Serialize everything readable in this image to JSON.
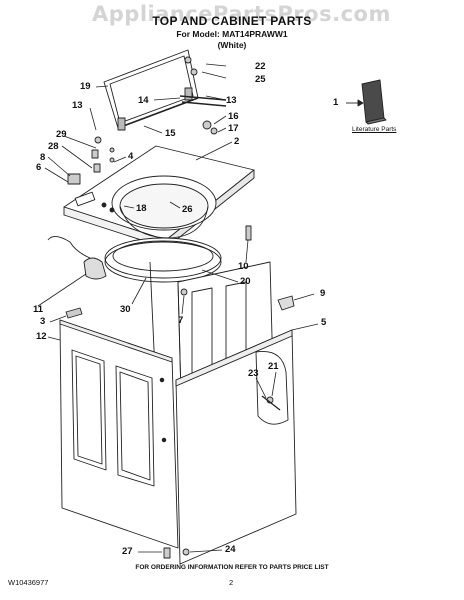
{
  "header": {
    "watermark": "AppliancePartsPros.com",
    "title": "TOP AND CABINET PARTS",
    "model_line": "For Model: MAT14PRAWW1",
    "color_line": "(White)"
  },
  "literature_label": "Literature Parts",
  "callouts": [
    {
      "id": "c22",
      "label": "22"
    },
    {
      "id": "c25",
      "label": "25"
    },
    {
      "id": "c19",
      "label": "19"
    },
    {
      "id": "c13a",
      "label": "13"
    },
    {
      "id": "c14",
      "label": "14"
    },
    {
      "id": "c13b",
      "label": "13"
    },
    {
      "id": "c1",
      "label": "1"
    },
    {
      "id": "c16",
      "label": "16"
    },
    {
      "id": "c17",
      "label": "17"
    },
    {
      "id": "c15",
      "label": "15"
    },
    {
      "id": "c29",
      "label": "29"
    },
    {
      "id": "c2",
      "label": "2"
    },
    {
      "id": "c28",
      "label": "28"
    },
    {
      "id": "c8",
      "label": "8"
    },
    {
      "id": "c4",
      "label": "4"
    },
    {
      "id": "c6",
      "label": "6"
    },
    {
      "id": "c18",
      "label": "18"
    },
    {
      "id": "c26",
      "label": "26"
    },
    {
      "id": "c10",
      "label": "10"
    },
    {
      "id": "c20",
      "label": "20"
    },
    {
      "id": "c9",
      "label": "9"
    },
    {
      "id": "c11",
      "label": "11"
    },
    {
      "id": "c30",
      "label": "30"
    },
    {
      "id": "c7",
      "label": "7"
    },
    {
      "id": "c3",
      "label": "3"
    },
    {
      "id": "c5",
      "label": "5"
    },
    {
      "id": "c12",
      "label": "12"
    },
    {
      "id": "c21",
      "label": "21"
    },
    {
      "id": "c23",
      "label": "23"
    },
    {
      "id": "c27",
      "label": "27"
    },
    {
      "id": "c24",
      "label": "24"
    }
  ],
  "footer": {
    "note": "FOR ORDERING INFORMATION REFER TO PARTS PRICE LIST",
    "doc_number": "W10436977",
    "page_number": "2"
  }
}
